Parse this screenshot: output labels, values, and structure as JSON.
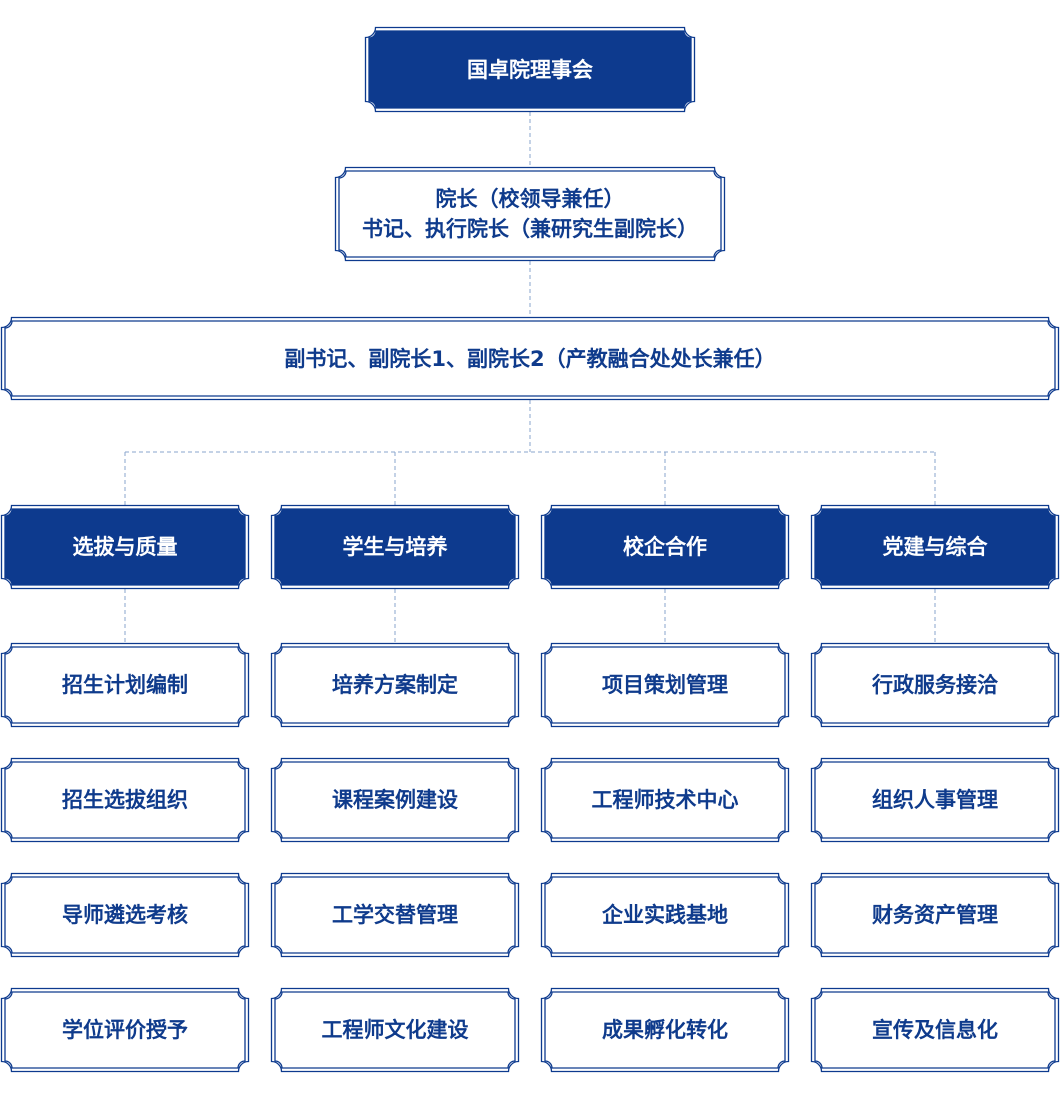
{
  "colors": {
    "primary": "#0d3a8e",
    "line": "#8aa4cc",
    "text_light": "#0f3b8c"
  },
  "top": {
    "title": "国卓院理事会"
  },
  "dean": {
    "line1": "院长（校领导兼任）",
    "line2": "书记、执行院长（兼研究生副院长）"
  },
  "vice": {
    "label": "副书记、副院长1、副院长2（产教融合处处长兼任）"
  },
  "departments": [
    {
      "name": "选拔与质量",
      "items": [
        "招生计划编制",
        "招生选拔组织",
        "导师遴选考核",
        "学位评价授予"
      ]
    },
    {
      "name": "学生与培养",
      "items": [
        "培养方案制定",
        "课程案例建设",
        "工学交替管理",
        "工程师文化建设"
      ]
    },
    {
      "name": "校企合作",
      "items": [
        "项目策划管理",
        "工程师技术中心",
        "企业实践基地",
        "成果孵化转化"
      ]
    },
    {
      "name": "党建与综合",
      "items": [
        "行政服务接洽",
        "组织人事管理",
        "财务资产管理",
        "宣传及信息化"
      ]
    }
  ]
}
